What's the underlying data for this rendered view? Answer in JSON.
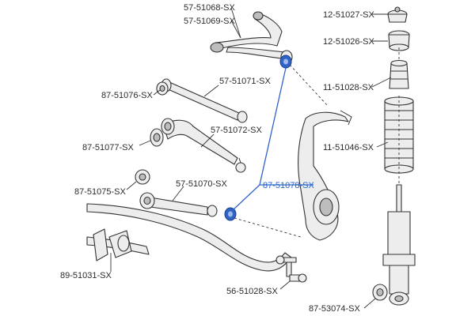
{
  "parts": {
    "upper_arm_a": "57-51068-SX",
    "upper_arm_b": "57-51069-SX",
    "bump_cap": "12-51027-SX",
    "mount_bush": "12-51026-SX",
    "bump_stop": "11-51028-SX",
    "toe_link": "57-51071-SX",
    "toe_bush": "87-51076-SX",
    "lower_arm": "57-51072-SX",
    "lower_bush": "87-51077-SX",
    "dust_boot": "11-51046-SX",
    "trailing_bush": "87-51075-SX",
    "trailing_arm": "57-51070-SX",
    "knuckle_bush": "87-51078-SX",
    "stab_bush": "89-51031-SX",
    "stab_link": "56-51028-SX",
    "shock_bush": "87-53074-SX"
  },
  "colors": {
    "highlight": "#2f63c8",
    "label": "#2b2b2b"
  }
}
